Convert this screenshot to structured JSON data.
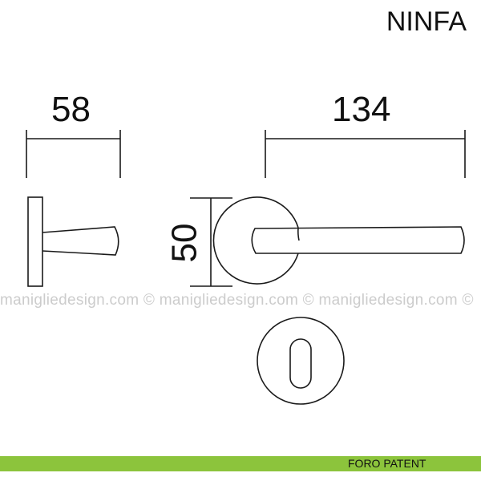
{
  "title": "NINFA",
  "dimensions": {
    "depth": "58",
    "length": "134",
    "rose_diameter": "50"
  },
  "watermark": "maniglie​design.com © maniglie​design.com © maniglie​design.com ©",
  "footer": {
    "label": "FORO PATENT",
    "color": "#8cc43c"
  }
}
